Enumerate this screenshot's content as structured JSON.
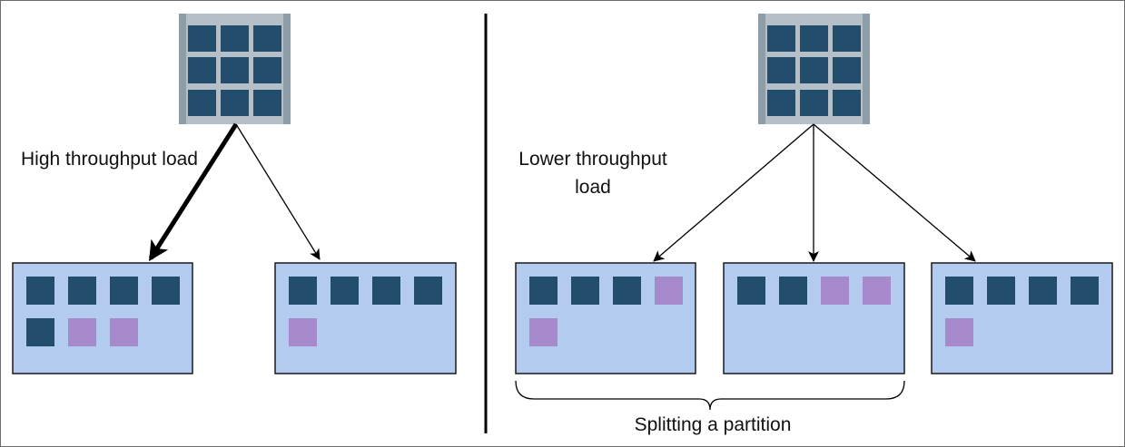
{
  "labels": {
    "left": "High throughput load",
    "right": "Lower throughput load",
    "split": "Splitting a partition"
  },
  "colors": {
    "partition_fill": "#b3cbef",
    "partition_stroke": "#1a1a1a",
    "record_dark": "#234d6d",
    "record_new": "#a68acb",
    "source_body": "#b4bfc8",
    "source_edge": "#8e9ea9",
    "arrow": "#000000"
  },
  "icons": {
    "source_icon": "database-grid-icon"
  },
  "partitions": [
    {
      "id": "left-1",
      "records": [
        "dark",
        "dark",
        "dark",
        "dark",
        "dark",
        "new",
        "new"
      ]
    },
    {
      "id": "left-2",
      "records": [
        "dark",
        "dark",
        "dark",
        "dark",
        "new"
      ]
    },
    {
      "id": "right-1",
      "records": [
        "dark",
        "dark",
        "dark",
        "new",
        "new"
      ]
    },
    {
      "id": "right-2",
      "records": [
        "dark",
        "dark",
        "new",
        "new"
      ]
    },
    {
      "id": "right-3",
      "records": [
        "dark",
        "dark",
        "dark",
        "dark",
        "new"
      ]
    }
  ]
}
